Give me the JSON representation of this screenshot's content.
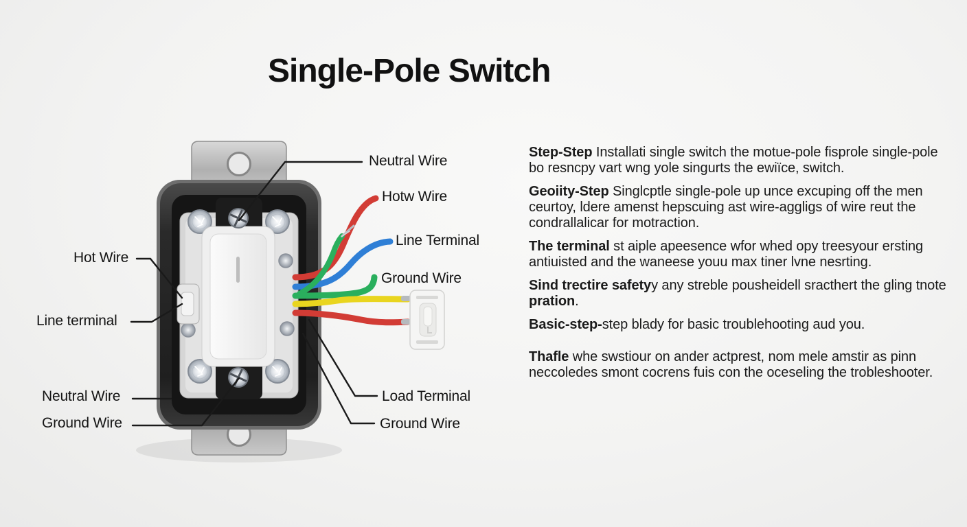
{
  "title": "Single-Pole Switch",
  "colors": {
    "wire_red": "#d23c35",
    "wire_blue": "#2f7fd6",
    "wire_green": "#2aaf5d",
    "wire_yellow": "#e9d51f",
    "leader_line": "#1a1a1a",
    "body_dark": "#262626",
    "bracket_silver": "#bdbdbd"
  },
  "diagram": {
    "labels": {
      "right": [
        {
          "label": "Neutral Wire"
        },
        {
          "label": "Hotw Wire"
        },
        {
          "label": "Line Terminal"
        },
        {
          "label": "Ground Wire"
        },
        {
          "label": "Load Terminal"
        },
        {
          "label": "Ground Wire"
        }
      ],
      "left": [
        {
          "label": "Hot Wire"
        },
        {
          "label": "Line terminal"
        },
        {
          "label": "Neutral Wire"
        },
        {
          "label": "Ground Wire"
        }
      ]
    }
  },
  "article": {
    "paragraphs": [
      {
        "bold": "Step-Step",
        "rest": " Installati single switch the motue-pole fisprole single-pole bo resncpy vart wng yole singurts the ewiïce, switch."
      },
      {
        "bold": "Geoiity-Step",
        "rest": " Singlcptle single-pole up unce excuping off the men ceurtoy, ldere amenst hepscuing ast wire-aggligs of wire reut the condrallalicar for motraction."
      },
      {
        "bold": "The terminal",
        "rest": " st aiple apeesence wfor whed opy treesyour ersting antiuisted and the waneese youu max tiner lvne nesrting."
      },
      {
        "bold": "Sind trectire safety",
        "rest": "y any streble pousheidell sracthert the gling tnote ",
        "bold2": "pration",
        "rest2": "."
      },
      {
        "bold": "Basic-step-",
        "rest": "step blady for basic troublehooting aud you."
      },
      {
        "bold": "Thafle",
        "rest": " whe swstiour on ander actprest, nom mele amstir as pinn neccoledes smont cocrens fuis con the oceseling the trobleshooter."
      }
    ]
  }
}
